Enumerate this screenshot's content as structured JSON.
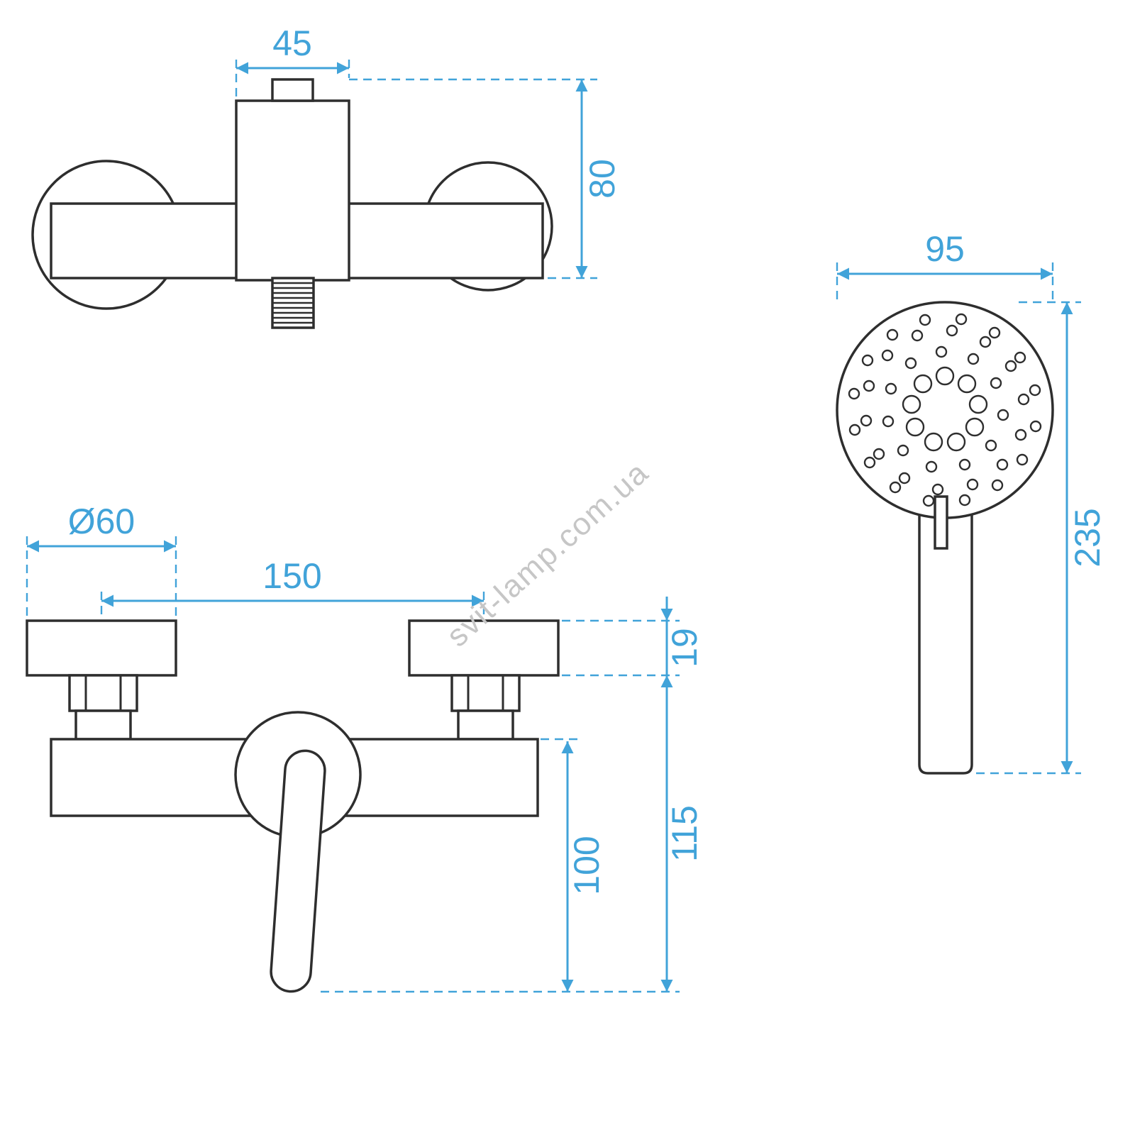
{
  "diagram": {
    "watermark": "svit-lamp.com.ua",
    "colors": {
      "line": "#2e2e2e",
      "dimension": "#41a3d9",
      "watermark": "#c6c6c6",
      "background": "#ffffff"
    },
    "views": {
      "mixer_front": {
        "dimensions": {
          "body_width": "45",
          "mount_height": "80"
        }
      },
      "hand_shower": {
        "dimensions": {
          "head_diameter": "95",
          "total_length": "235"
        }
      },
      "mixer_side": {
        "dimensions": {
          "flange_diameter": "Ø60",
          "center_distance": "150",
          "flange_thickness": "19",
          "body_height": "100",
          "total_height": "115"
        }
      }
    }
  }
}
